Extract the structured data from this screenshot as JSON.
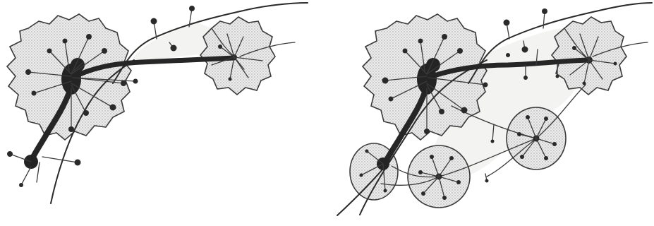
{
  "diagram": {
    "panels": [
      {
        "id": "left",
        "stage": "before"
      },
      {
        "id": "right",
        "stage": "after"
      }
    ],
    "colors": {
      "ink": "#2a2a2a",
      "stipple": "#8c8c8c",
      "background": "#ffffff",
      "hull": "#f3f3f1"
    }
  }
}
